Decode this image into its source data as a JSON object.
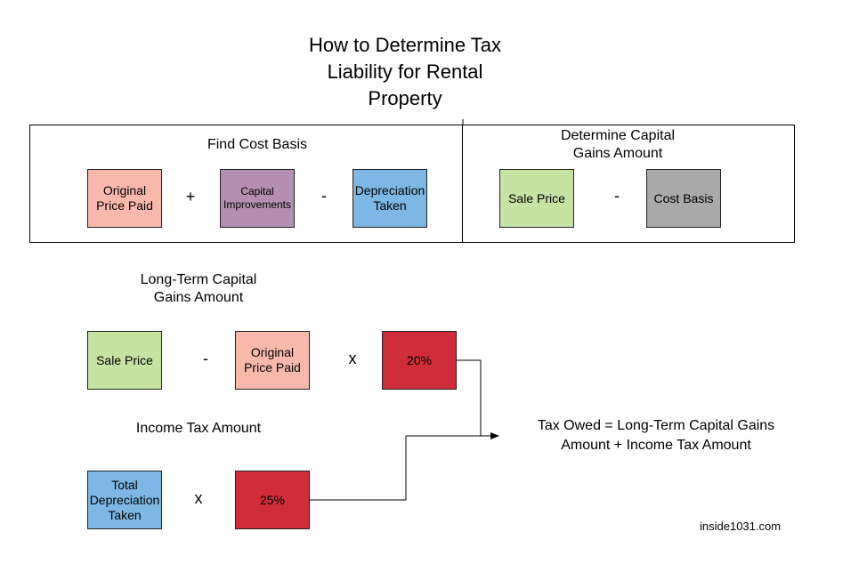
{
  "title": [
    "How to Determine Tax",
    "Liability for Rental",
    "Property"
  ],
  "cost_basis": {
    "heading": "Find Cost Basis",
    "original_price_paid": [
      "Original",
      "Price Paid"
    ],
    "op_plus": "+",
    "capital_improvements": [
      "Capital",
      "Improvements"
    ],
    "op_minus": "-",
    "depreciation_taken": [
      "Depreciation",
      "Taken"
    ]
  },
  "capital_gains": {
    "heading": [
      "Determine Capital",
      "Gains Amount"
    ],
    "sale_price": "Sale Price",
    "op_minus": "-",
    "cost_basis": "Cost Basis"
  },
  "long_term": {
    "heading": [
      "Long-Term Capital",
      "Gains Amount"
    ],
    "sale_price": "Sale Price",
    "op_minus": "-",
    "original_price_paid": [
      "Original",
      "Price Paid"
    ],
    "op_times": "x",
    "rate": "20%"
  },
  "income_tax": {
    "heading": "Income Tax Amount",
    "total_depreciation": [
      "Total",
      "Depreciation",
      "Taken"
    ],
    "op_times": "x",
    "rate": "25%"
  },
  "result": [
    "Tax Owed = Long-Term Capital Gains",
    "Amount + Income Tax Amount"
  ],
  "credit": "inside1031.com",
  "colors": {
    "pink": "#f9b8ac",
    "purple": "#b48fb3",
    "blue": "#7db7e4",
    "green": "#c5e4a4",
    "gray": "#a9a9a9",
    "red": "#cf2d3a"
  }
}
